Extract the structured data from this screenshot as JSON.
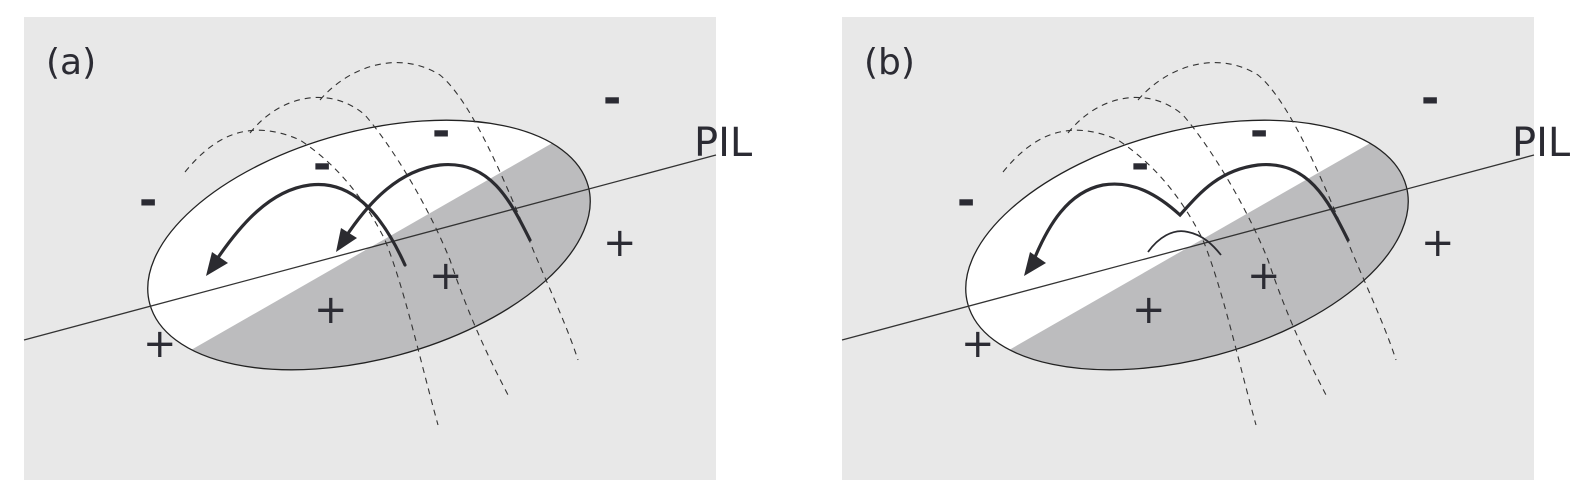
{
  "panels": [
    {
      "label": "(a)",
      "pil_label": "PIL",
      "polarity_signs": {
        "minus_far_left": "-",
        "minus_top_right": "-",
        "minus_ellipse_left": "-",
        "minus_ellipse_top": "-",
        "plus_right": "+",
        "plus_center": "+",
        "plus_lower_center": "+",
        "plus_bottom_left": "+"
      }
    },
    {
      "label": "(b)",
      "pil_label": "PIL",
      "polarity_signs": {
        "minus_far_left": "-",
        "minus_top_right": "-",
        "minus_ellipse_left": "-",
        "minus_ellipse_top": "-",
        "plus_right": "+",
        "plus_center": "+",
        "plus_lower_center": "+",
        "plus_bottom_left": "+"
      }
    }
  ],
  "colors": {
    "background": "#e8e8e8",
    "negative_region": "#ffffff",
    "positive_region": "#bcbcbe",
    "lines": "#2b2b30"
  }
}
